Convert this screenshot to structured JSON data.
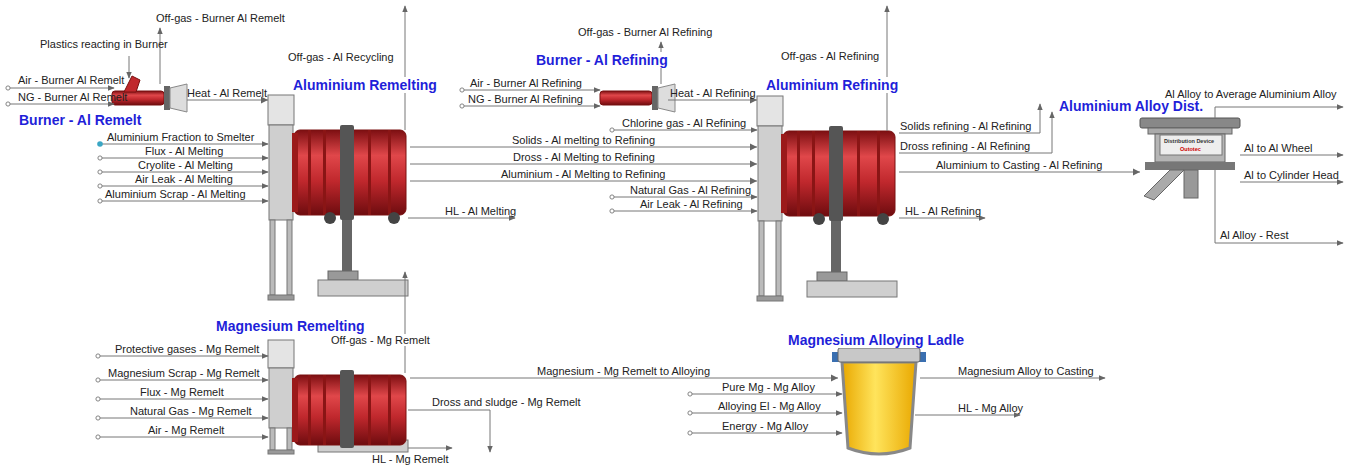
{
  "diagram": {
    "nodes": [
      {
        "text": [
          "Burner - Al Remelt"
        ]
      },
      {
        "text": [
          "Aluminium Remelting"
        ]
      },
      {
        "text": [
          "Burner - Al Refining"
        ]
      },
      {
        "text": [
          "Aluminium Refining"
        ]
      },
      {
        "text": [
          "Aluminium Alloy Dist.",
          "Distribution Device",
          "Outotec"
        ]
      },
      {
        "text": [
          "Magnesium Remelting"
        ]
      },
      {
        "text": [
          "Magnesium Alloying Ladle"
        ]
      }
    ],
    "edges": [
      {
        "from": 0,
        "to": 1,
        "arrow": "to",
        "label": "Heat - Al Remelt"
      },
      {
        "from": 1,
        "to": 3,
        "arrow": "to",
        "label": "Solids - Al melting to Refining"
      },
      {
        "from": 1,
        "to": 3,
        "arrow": "to",
        "label": "Dross - Al Melting to Refining"
      },
      {
        "from": 1,
        "to": 3,
        "arrow": "to",
        "label": "Aluminium - Al Melting to Refining"
      },
      {
        "from": 2,
        "to": 3,
        "arrow": "to",
        "label": "Heat - Al Refining"
      },
      {
        "from": 3,
        "to": 4,
        "arrow": "to",
        "label": "Aluminium to Casting - Al Refining"
      },
      {
        "from": 5,
        "to": 6,
        "arrow": "to",
        "label": "Magnesium - Mg Remelt to Alloying"
      }
    ],
    "labels": [
      "Plastics reacting in Burner",
      "Off-gas - Burner Al Remelt",
      "Air - Burner Al Remelt",
      "NG - Burner Al Remelt",
      "Off-gas - Al Recycling",
      "Aluminium Fraction to Smelter",
      "Flux - Al Melting",
      "Cryolite - Al Melting",
      "Air Leak - Al Melting",
      "Aluminium Scrap - Al Melting",
      "HL - Al Melting",
      "Off-gas - Burner Al Refining",
      "Air - Burner Al Refining",
      "NG - Burner Al Refining",
      "Off-gas - Al Refining",
      "Chlorine gas - Al Refining",
      "Natural Gas - Al Refining",
      "Air Leak - Al Refining",
      "HL - Al Refining",
      "Solids refining - Al Refining",
      "Dross refining - Al Refining",
      "Al Alloy to Average Aluminium Alloy",
      "Al to Al Wheel",
      "Al to Cylinder Head",
      "Al Alloy - Rest",
      "Off-gas - Mg Remelt",
      "Protective gases - Mg Remelt",
      "Magnesium Scrap - Mg Remelt",
      "Flux - Mg Remelt",
      "Natural Gas - Mg Remelt",
      "Air - Mg Remelt",
      "Dross and sludge - Mg Remelt",
      "HL - Mg Remelt",
      "Pure Mg - Mg Alloy",
      "Alloying El - Mg Alloy",
      "Energy - Mg Alloy",
      "Magnesium Alloy to Casting",
      "HL - Mg Alloy"
    ]
  }
}
